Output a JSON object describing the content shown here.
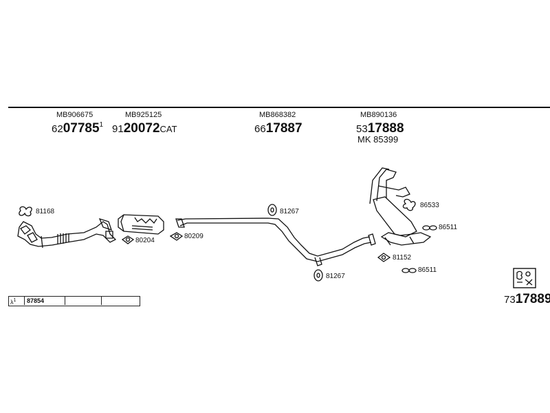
{
  "top_parts": [
    {
      "mb": "MB906675",
      "prefix": "62",
      "main": "07785",
      "suffix": "1",
      "tail": ""
    },
    {
      "mb": "MB925125",
      "prefix": "91",
      "main": "20072",
      "suffix": "",
      "tail": "CAT"
    },
    {
      "mb": "MB868382",
      "prefix": "66",
      "main": "17887",
      "suffix": "",
      "tail": ""
    },
    {
      "mb": "MB890136",
      "prefix": "53",
      "main": "17888",
      "suffix": "",
      "tail": ""
    }
  ],
  "mk_line": "MK 85399",
  "callouts": {
    "c81168": "81168",
    "c80204": "80204",
    "c80209": "80209",
    "c81267a": "81267",
    "c81267b": "81267",
    "c86533": "86533",
    "c86511a": "86511",
    "c81152": "81152",
    "c86511b": "86511"
  },
  "footer": {
    "lambda": "λ",
    "lambda_sup": "1",
    "sensor_code": "87854",
    "drawing_prefix": "73",
    "drawing_main": "17889"
  }
}
